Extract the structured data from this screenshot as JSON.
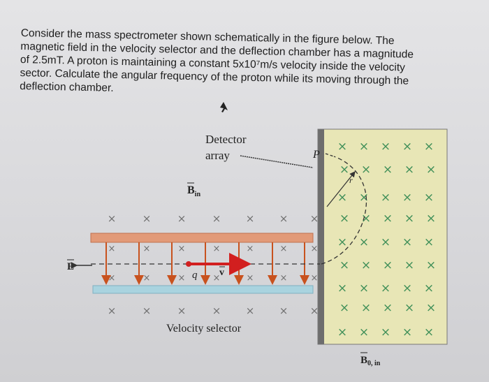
{
  "question": {
    "lines": [
      "Consider the mass spectrometer shown schematically in the figure below. The",
      "magnetic field in  the velocity selector and the deflection chamber has a magnitude",
      "of 2.5mT. A proton is maintaining a constant 5x10⁷m/s velocity inside the velocity",
      "sector. Calculate the angular frequency of the proton while its moving through the",
      "deflection chamber."
    ]
  },
  "figure": {
    "detector_label_line1": "Detector",
    "detector_label_line2": "array",
    "p_label": "P",
    "r_label": "r",
    "b_in_label": "B",
    "b_in_sub": "in",
    "e_label": "E",
    "q_label": "q",
    "v_label": "v",
    "velocity_selector_label": "Velocity selector",
    "b0_label": "B",
    "b0_sub": "0, in",
    "x_symbol": "×"
  },
  "colors": {
    "chamber_fill": "#e8e6b6",
    "chamber_border": "#6d6d6d",
    "x_green": "#3f8f58",
    "x_gray": "#707070",
    "top_plate": "#e29a78",
    "bottom_plate": "#a9d3df",
    "field_arrow": "#c8521e",
    "velocity_arrow": "#d21f1f"
  }
}
